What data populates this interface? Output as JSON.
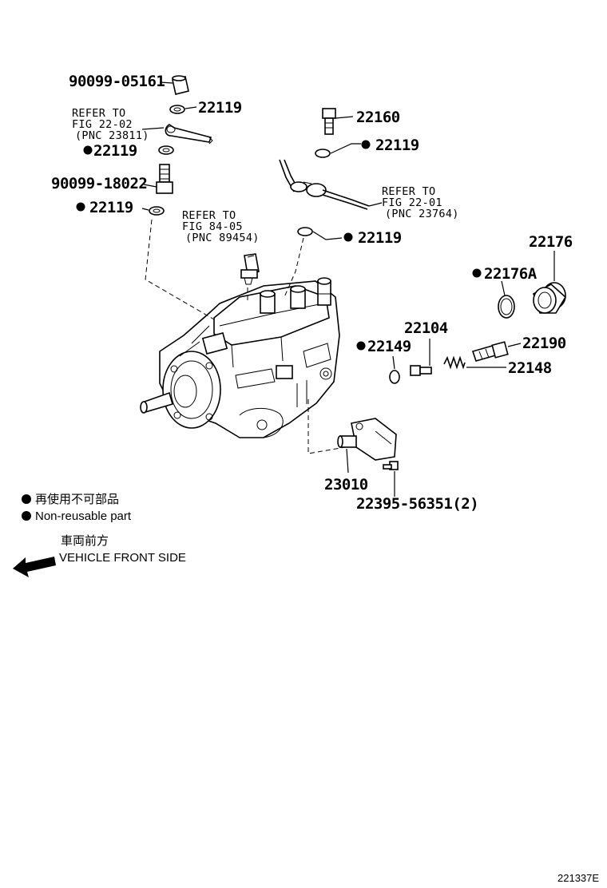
{
  "callouts": {
    "p90099_05161": "90099-05161",
    "p22119_a": "22119",
    "refer_a_l1": "REFER TO",
    "refer_a_l2": "FIG 22-02",
    "refer_a_l3": "(PNC 23811)",
    "p22119_b": "22119",
    "p90099_18022": "90099-18022",
    "p22119_c": "22119",
    "refer_b_l1": "REFER TO",
    "refer_b_l2": "FIG 84-05",
    "refer_b_l3": "(PNC 89454)",
    "p22160": "22160",
    "p22119_d": "22119",
    "refer_c_l1": "REFER TO",
    "refer_c_l2": "FIG 22-01",
    "refer_c_l3": "(PNC 23764)",
    "p22119_e": "22119",
    "p22176": "22176",
    "p22176A": "22176A",
    "p22104": "22104",
    "p22149": "22149",
    "p22190": "22190",
    "p22148": "22148",
    "p23010": "23010",
    "p22395": "22395-56351(2)"
  },
  "legend": {
    "nonreusable_jp": "再使用不可部品",
    "nonreusable_en": "Non-reusable part",
    "front_jp": "車両前方",
    "front_en": "VEHICLE FRONT SIDE"
  },
  "figure_code": "221337E"
}
